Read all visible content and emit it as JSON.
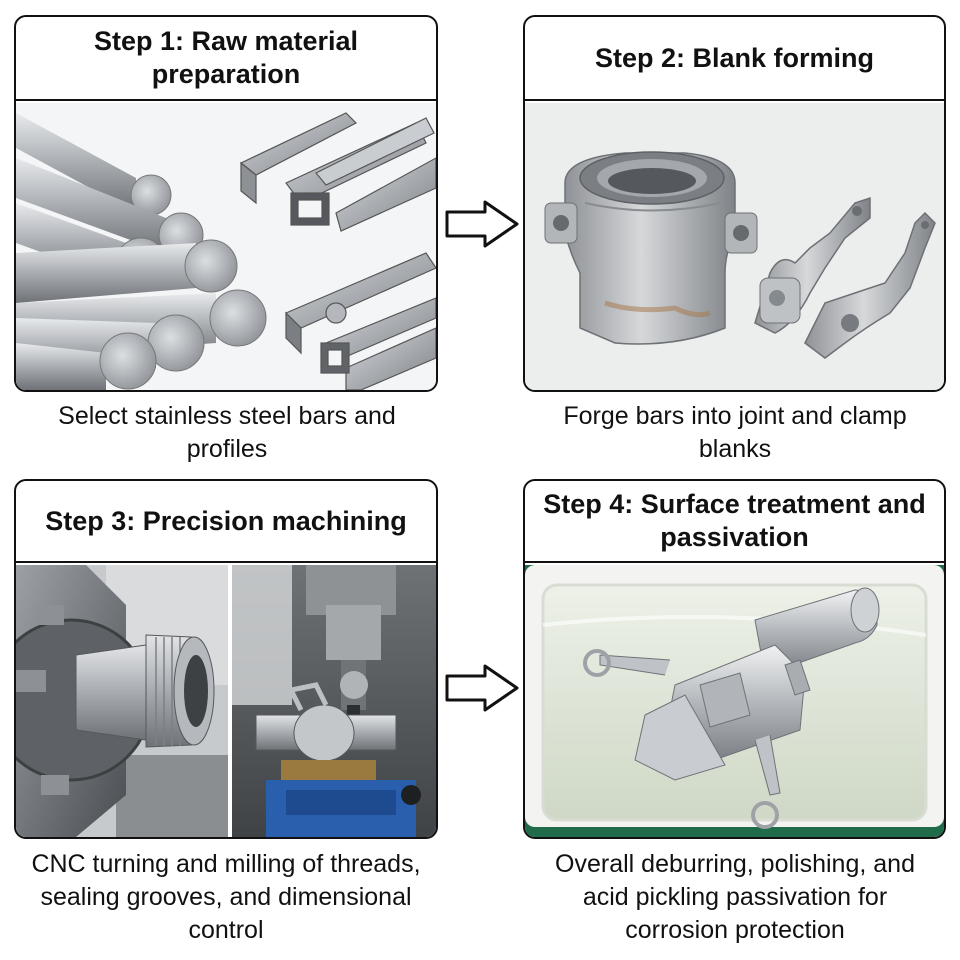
{
  "steps": [
    {
      "title": "Step 1: Raw material preparation",
      "caption": "Select stainless steel bars and profiles",
      "image": "stainless-bars-profiles-photo"
    },
    {
      "title": "Step 2: Blank forming",
      "caption": "Forge bars into joint and clamp blanks",
      "image": "forged-blanks-photo"
    },
    {
      "title": "Step 3: Precision machining",
      "caption": "CNC turning and milling of threads, sealing grooves, and dimensional control",
      "image": "cnc-machining-photo"
    },
    {
      "title": "Step 4: Surface treatment and passivation",
      "caption": "Overall deburring, polishing, and acid pickling passivation for corrosion protection",
      "image": "passivation-bath-photo"
    }
  ],
  "arrows": [
    "right-arrow-icon",
    "right-arrow-icon"
  ],
  "colors": {
    "border": "#111111",
    "steel": "#b9bcc0",
    "bath_water": "#dfe6d8",
    "vise_blue": "#2a5fae"
  }
}
